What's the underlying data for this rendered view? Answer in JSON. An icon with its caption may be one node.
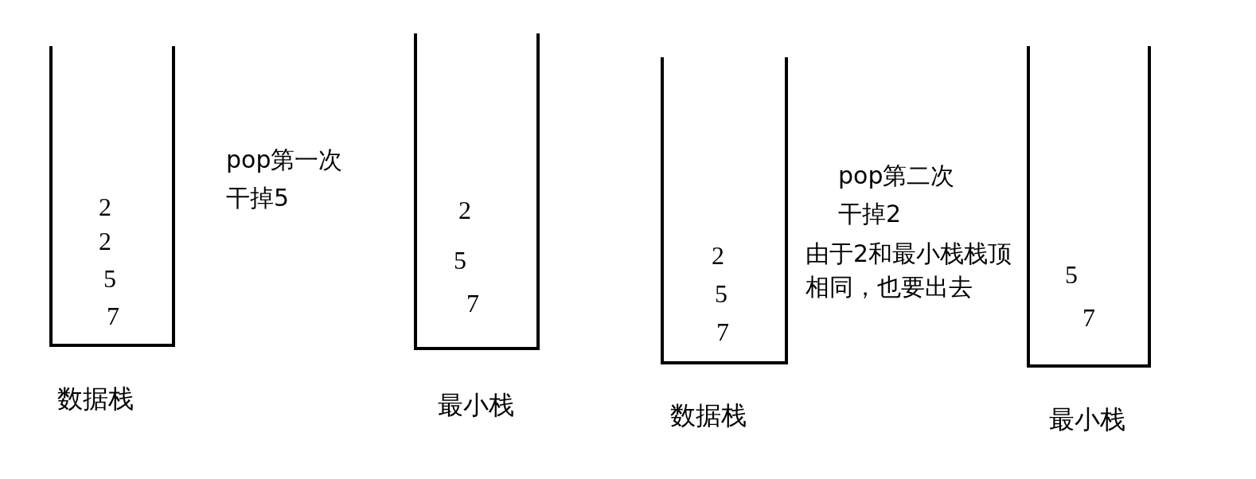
{
  "diagram": {
    "nodes": [
      {
        "text": [
          "2",
          "2",
          "5",
          "7"
        ],
        "beside": [
          "数据栈"
        ]
      },
      {
        "text": [
          "2",
          "5",
          "7"
        ],
        "beside": [
          "最小栈"
        ]
      },
      {
        "text": [
          "2",
          "5",
          "7"
        ],
        "beside": [
          "数据栈"
        ]
      },
      {
        "text": [
          "5",
          "7"
        ],
        "beside": [
          "最小栈"
        ]
      }
    ],
    "edges": [],
    "labels": [
      "pop第一次",
      "干掉5",
      "pop第二次",
      "干掉2",
      "由于2和最小栈栈顶相同，也要出去"
    ]
  }
}
